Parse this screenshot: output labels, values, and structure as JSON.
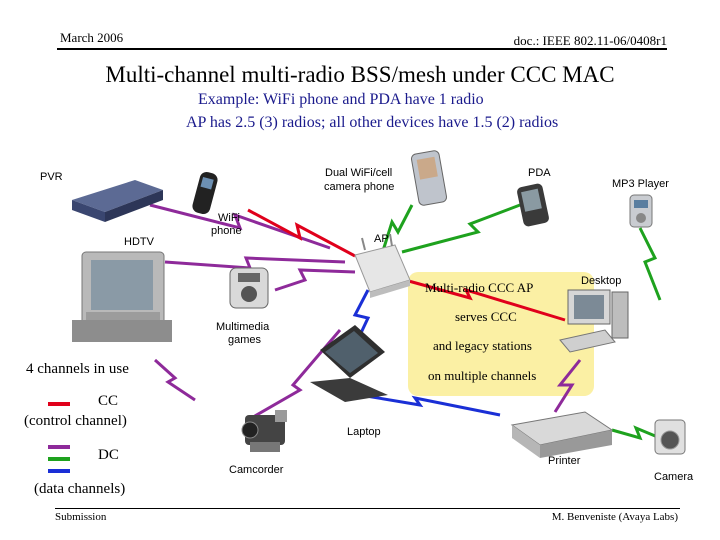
{
  "header": {
    "date": "March 2006",
    "doc": "doc.: IEEE 802.11-06/0408r1"
  },
  "title": "Multi-channel multi-radio BSS/mesh under CCC MAC",
  "subtitle": {
    "line1": "Example: WiFi phone and PDA have 1 radio",
    "line2": "AP has 2.5 (3) radios; all other devices have 1.5 (2) radios"
  },
  "devices": {
    "pvr": "PVR",
    "hdtv": "HDTV",
    "wifi_phone_l1": "WiFi",
    "wifi_phone_l2": "phone",
    "dual_phone_l1": "Dual WiFi/cell",
    "dual_phone_l2": "camera phone",
    "pda": "PDA",
    "mp3": "MP3 Player",
    "ap": "AP",
    "desktop": "Desktop",
    "multimedia_l1": "Multimedia",
    "multimedia_l2": "games",
    "laptop": "Laptop",
    "camcorder": "Camcorder",
    "printer": "Printer",
    "camera": "Camera"
  },
  "callout": {
    "line1": "Multi-radio CCC AP",
    "line2": "serves CCC",
    "line3": "and legacy stations",
    "line4": "on multiple channels"
  },
  "legend": {
    "heading": "4 channels in use",
    "cc_l1": "CC",
    "cc_l2": "(control channel)",
    "dc": "DC",
    "dc_sub": "(data channels)"
  },
  "colors": {
    "cc": "#e0001b",
    "dc1": "#8e2a9a",
    "dc2": "#1ea21e",
    "dc3": "#1a2fd6",
    "callout_bg": "#fbf0a4"
  },
  "footer": {
    "left": "Submission",
    "right": "M. Benveniste (Avaya Labs)"
  }
}
